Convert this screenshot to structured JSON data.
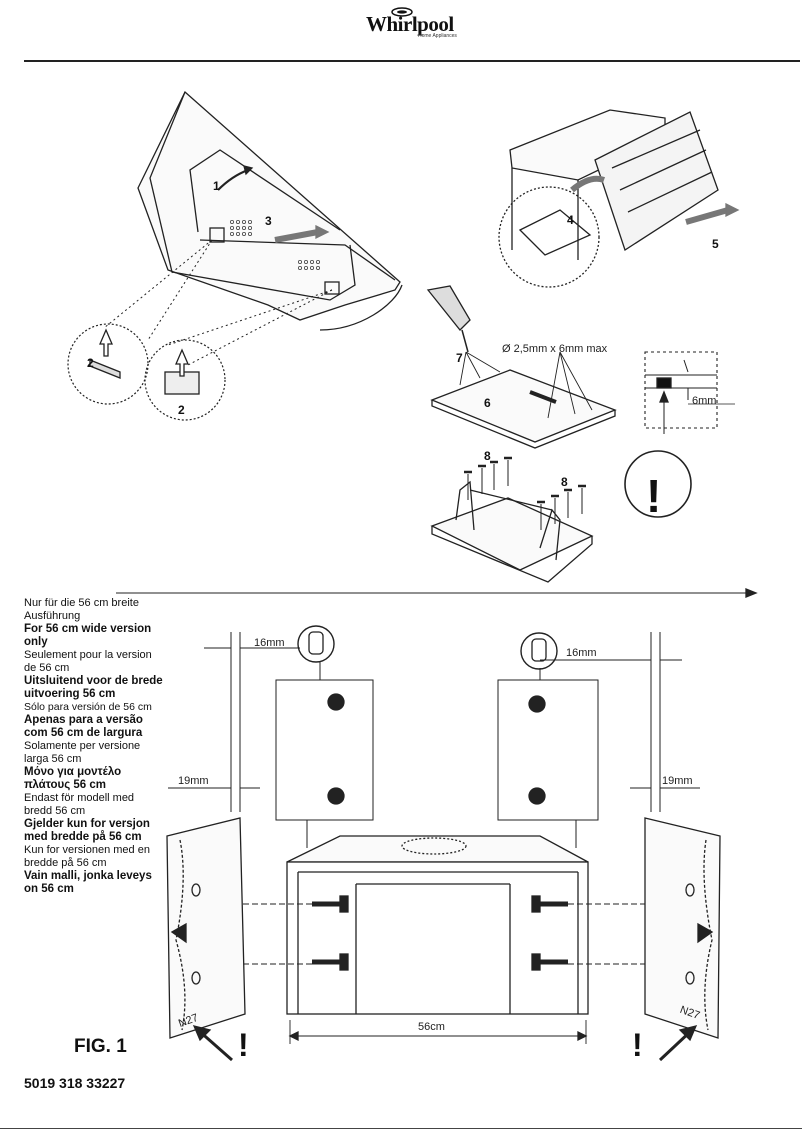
{
  "logo": {
    "brand": "Whirlpool",
    "tagline": "Home Appliances"
  },
  "step_numbers": [
    "1",
    "2",
    "3",
    "4",
    "5",
    "6",
    "7",
    "8"
  ],
  "drill_spec": "Ø 2,5mm x 6mm max",
  "depth_label": "6mm",
  "warning_glyph": "!",
  "dimensions": {
    "gap_16": "16mm",
    "gap_19": "19mm",
    "width_56": "56cm",
    "panel_code": "N27"
  },
  "languages": [
    {
      "text": "Nur für die 56 cm breite Ausführung",
      "bold": false
    },
    {
      "text": "For 56 cm wide version only",
      "bold": true
    },
    {
      "text": "Seulement pour la version de 56 cm",
      "bold": false
    },
    {
      "text": "Uitsluitend voor de brede uitvoering 56 cm",
      "bold": true
    },
    {
      "text": "Sólo para versión de 56 cm",
      "bold": false
    },
    {
      "text": "Apenas para a versão com 56 cm de largura",
      "bold": true
    },
    {
      "text": "Solamente per versione larga 56 cm",
      "bold": false
    },
    {
      "text": "Μόνο για μοντέλο πλάτους 56 cm",
      "bold": true
    },
    {
      "text": "Endast för modell med bredd 56 cm",
      "bold": false
    },
    {
      "text": "Gjelder kun for versjon med bredde på 56 cm",
      "bold": true
    },
    {
      "text": "Kun for versionen med en bredde på 56 cm",
      "bold": false
    },
    {
      "text": "Vain malli, jonka leveys on 56 cm",
      "bold": true
    }
  ],
  "figure_label": "FIG. 1",
  "document_code": "5019 318 33227"
}
